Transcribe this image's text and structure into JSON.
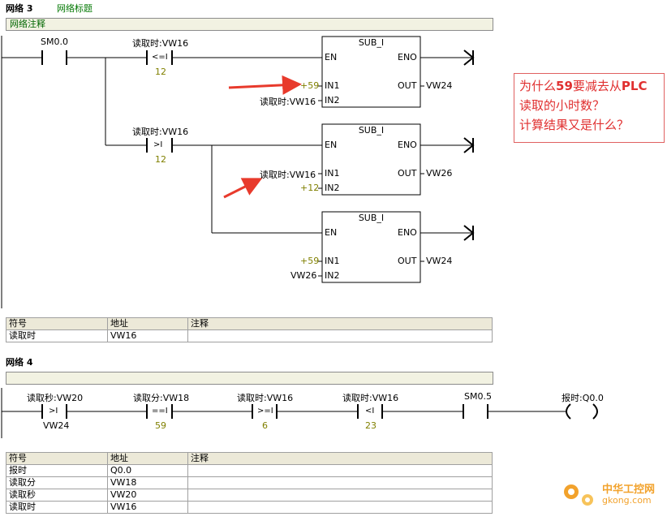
{
  "network3": {
    "title": "网络 3",
    "label": "网络标题",
    "comment": "网络注释",
    "contact_sm00": "SM0.0",
    "cmp1": {
      "symbol": "读取时:VW16",
      "op": "<=I",
      "value": "12"
    },
    "cmp2": {
      "symbol": "读取时:VW16",
      "op": ">I",
      "value": "12"
    },
    "box1": {
      "name": "SUB_I",
      "en": "EN",
      "eno": "ENO",
      "in1_label": "IN1",
      "in2_label": "IN2",
      "out_label": "OUT",
      "in1_val": "+59",
      "in2_val": "读取时:VW16",
      "out_val": "VW24"
    },
    "box2": {
      "name": "SUB_I",
      "en": "EN",
      "eno": "ENO",
      "in1_label": "IN1",
      "in2_label": "IN2",
      "out_label": "OUT",
      "in1_val": "读取时:VW16",
      "in2_val": "+12",
      "out_val": "VW26"
    },
    "box3": {
      "name": "SUB_I",
      "en": "EN",
      "eno": "ENO",
      "in1_label": "IN1",
      "in2_label": "IN2",
      "out_label": "OUT",
      "in1_val": "+59",
      "in2_val": "VW26",
      "out_val": "VW24"
    },
    "symbols": {
      "headers": [
        "符号",
        "地址",
        "注释"
      ],
      "rows": [
        [
          "读取时",
          "VW16",
          ""
        ]
      ]
    }
  },
  "network4": {
    "title": "网络 4",
    "cmp1": {
      "symbol": "读取秒:VW20",
      "op": ">I",
      "value": "VW24"
    },
    "cmp2": {
      "symbol": "读取分:VW18",
      "op": "==I",
      "value": "59"
    },
    "cmp3": {
      "symbol": "读取时:VW16",
      "op": ">=I",
      "value": "6"
    },
    "cmp4": {
      "symbol": "读取时:VW16",
      "op": "<I",
      "value": "23"
    },
    "contact_sm05": "SM0.5",
    "coil": {
      "symbol": "报时:Q0.0",
      "shape": "(  )"
    },
    "symbols": {
      "headers": [
        "符号",
        "地址",
        "注释"
      ],
      "rows": [
        [
          "报时",
          "Q0.0",
          ""
        ],
        [
          "读取分",
          "VW18",
          ""
        ],
        [
          "读取秒",
          "VW20",
          ""
        ],
        [
          "读取时",
          "VW16",
          ""
        ]
      ]
    }
  },
  "annotation": {
    "line1_a": "为什么",
    "line1_b": "59",
    "line1_c": "要减去从",
    "line1_d": "PLC",
    "line2": "读取的小时数？",
    "line3": "计算结果又是什么？"
  },
  "watermark": {
    "cn": "中华工控网",
    "url": "gkong.com"
  },
  "colors": {
    "value_green": "#808000",
    "arrow_red": "#e83a2c",
    "question_red": "#e03030"
  }
}
